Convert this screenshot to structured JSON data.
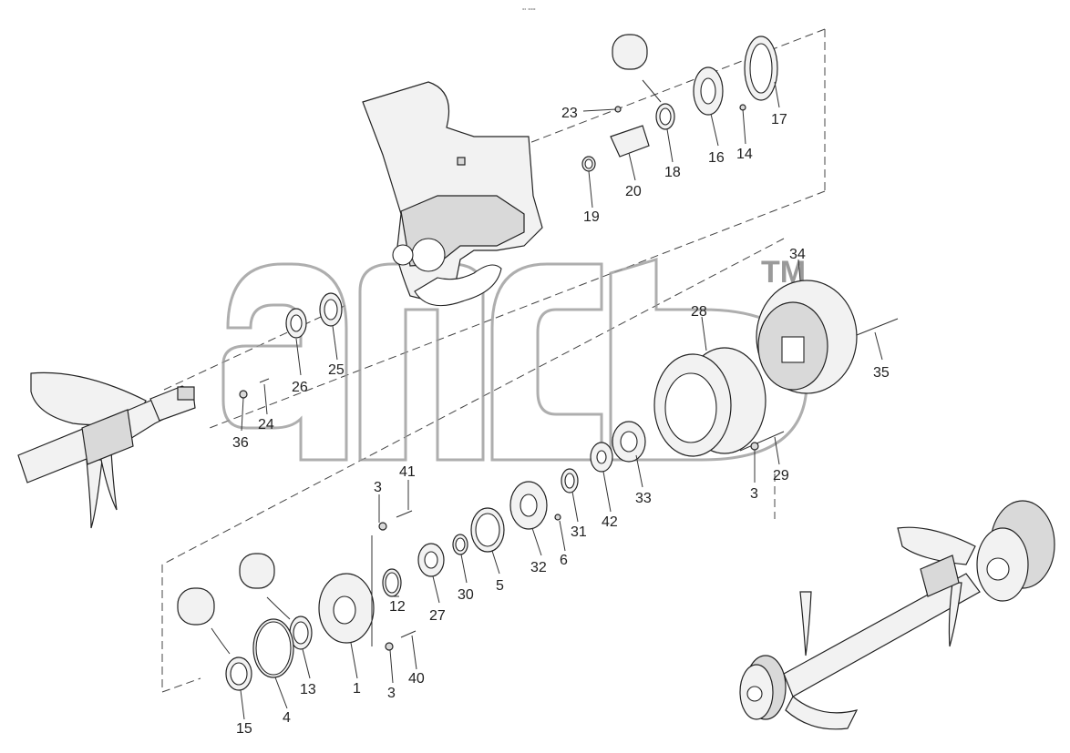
{
  "header_mark": "°‘ °°°",
  "watermark": {
    "text": "TM"
  },
  "labels": {
    "p1": "1",
    "p3a": "3",
    "p3b": "3",
    "p3c": "3",
    "p4": "4",
    "p5": "5",
    "p6": "6",
    "p12": "12",
    "p13": "13",
    "p14": "14",
    "p15": "15",
    "p16": "16",
    "p17": "17",
    "p18": "18",
    "p19": "19",
    "p20": "20",
    "p23": "23",
    "p24": "24",
    "p25": "25",
    "p26": "26",
    "p27": "27",
    "p28": "28",
    "p29": "29",
    "p30": "30",
    "p31": "31",
    "p32": "32",
    "p33": "33",
    "p34": "34",
    "p35": "35",
    "p36": "36",
    "p40": "40",
    "p41": "41",
    "p42": "42"
  }
}
